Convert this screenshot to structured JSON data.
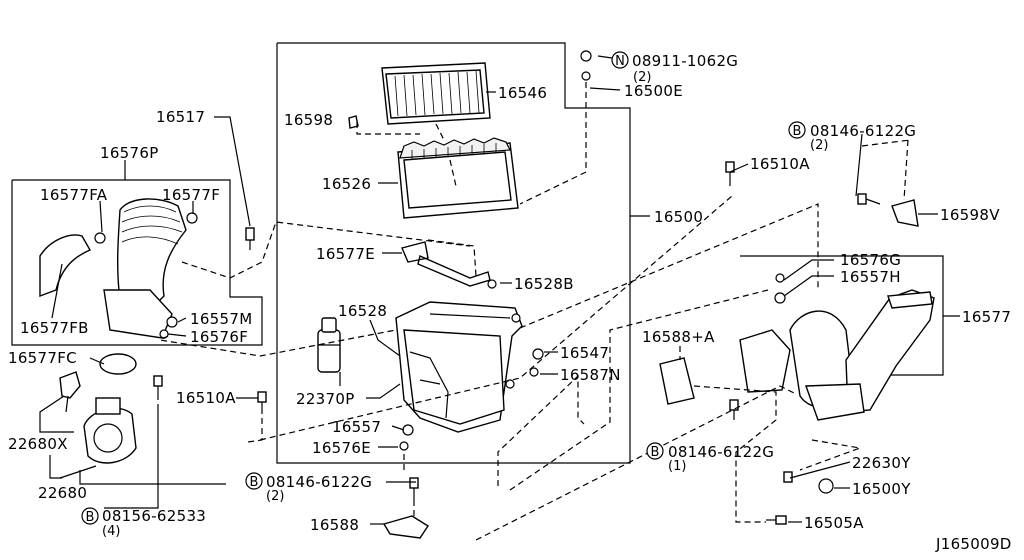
{
  "parts": {
    "p16546": "16546",
    "p16598": "16598",
    "p16526": "16526",
    "p16500": "16500",
    "p16500E": "16500E",
    "p08911": "08911-1062G",
    "p08911_qty": "(2)",
    "p16517": "16517",
    "p16576P": "16576P",
    "p16577FA": "16577FA",
    "p16577F": "16577F",
    "p16577FB": "16577FB",
    "p16557M": "16557M",
    "p16576F": "16576F",
    "p16577FC": "16577FC",
    "p22680X": "22680X",
    "p22680": "22680",
    "p08156": "08156-62533",
    "p08156_qty": "(4)",
    "p16510A_left": "16510A",
    "p16577E": "16577E",
    "p16528B": "16528B",
    "p16528": "16528",
    "p22370P": "22370P",
    "p16557": "16557",
    "p16576E": "16576E",
    "p08146_bottom": "08146-6122G",
    "p08146_bottom_qty": "(2)",
    "p16588": "16588",
    "p16547": "16547",
    "p16587N": "16587N",
    "p16588A": "16588+A",
    "p08146_mid": "08146-6122G",
    "p08146_mid_qty": "(1)",
    "p16510A_right": "16510A",
    "p08146_top": "08146-6122G",
    "p08146_top_qty": "(2)",
    "p16598V": "16598V",
    "p16576G": "16576G",
    "p16557H": "16557H",
    "p16577": "16577",
    "p22630Y": "22630Y",
    "p16500Y": "16500Y",
    "p16505A": "16505A"
  },
  "symbols": {
    "nut": "N",
    "bolt": "B"
  },
  "diagram_code": "J165009D"
}
